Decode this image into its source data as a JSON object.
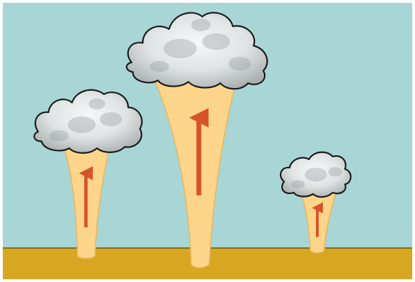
{
  "colors": {
    "sky": "#a8d6d4",
    "ground": "#d8a722",
    "ground_line": "#8a6a10",
    "plume": "#fcd58a",
    "plume_edge": "#e9b45c",
    "arrow": "#d8532a",
    "cloud_light": "#f4f6f6",
    "cloud_mid": "#c9cfcf",
    "cloud_dark": "#8f9596",
    "cloud_outline": "#1a1a1a",
    "frame": "#ffffff"
  },
  "thermals": [
    {
      "name": "left-thermal",
      "relative_strength": "medium"
    },
    {
      "name": "center-thermal",
      "relative_strength": "strong"
    },
    {
      "name": "right-thermal",
      "relative_strength": "weak"
    }
  ]
}
